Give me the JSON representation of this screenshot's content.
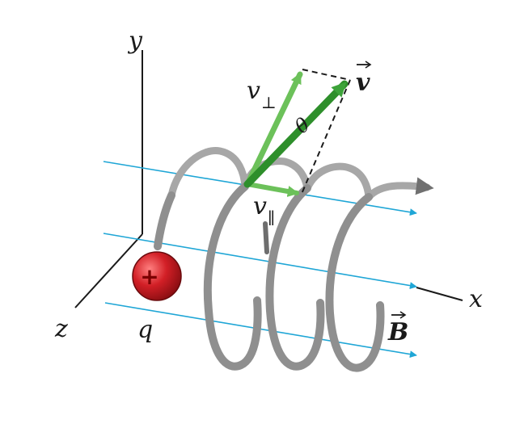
{
  "figure": {
    "axes": {
      "y": "y",
      "x": "x",
      "z": "z"
    },
    "particle": {
      "label": "q",
      "sign": "+",
      "color": "#d21f26"
    },
    "field": {
      "symbol": "B",
      "color": "#1fa6d6"
    },
    "velocity": {
      "total": "v",
      "perp_symbol": "v",
      "perp_sub": "⊥",
      "par_symbol": "v",
      "par_sub": "∥",
      "color": "#3da33a"
    },
    "helix": {
      "color": "#8f8f8f"
    },
    "angle_symbol": "θ"
  }
}
